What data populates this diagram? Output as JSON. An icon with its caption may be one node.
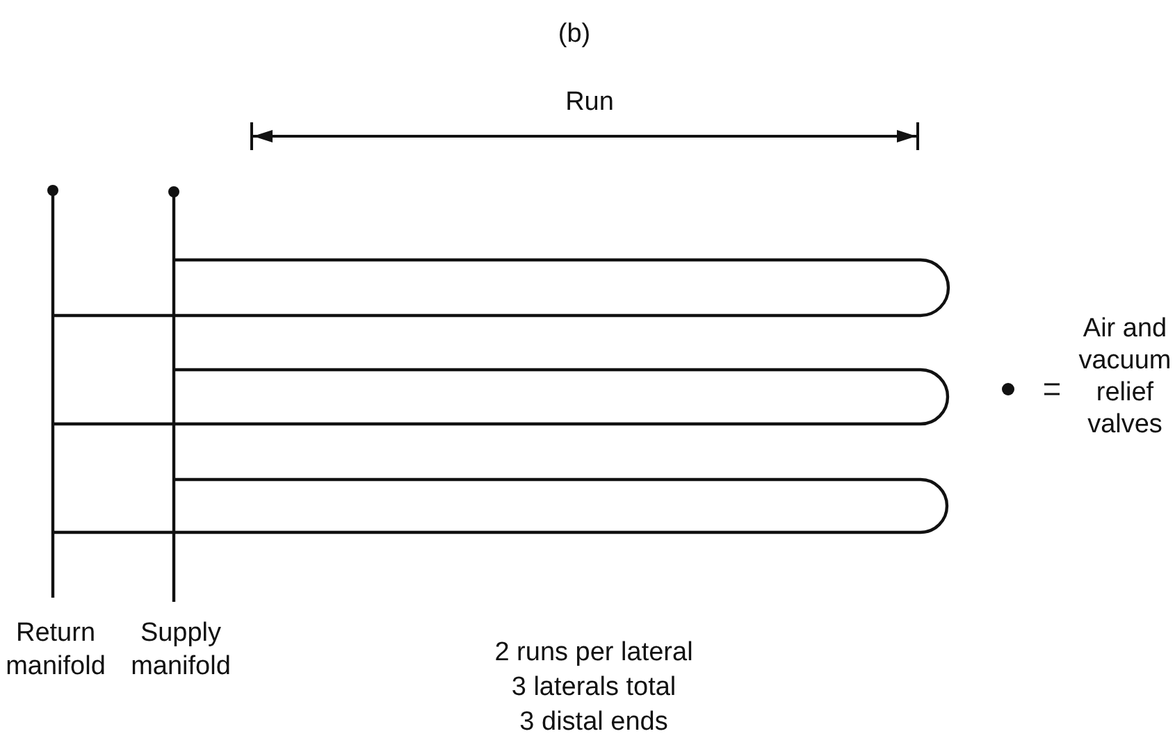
{
  "diagram": {
    "title": "(b)",
    "labels": [
      "Run",
      "Return manifold",
      "Supply manifold",
      "2 runs per lateral",
      "3 laterals total",
      "3 distal ends"
    ],
    "legend": [
      {
        "text": "Air and vacuum relief valves"
      }
    ]
  }
}
